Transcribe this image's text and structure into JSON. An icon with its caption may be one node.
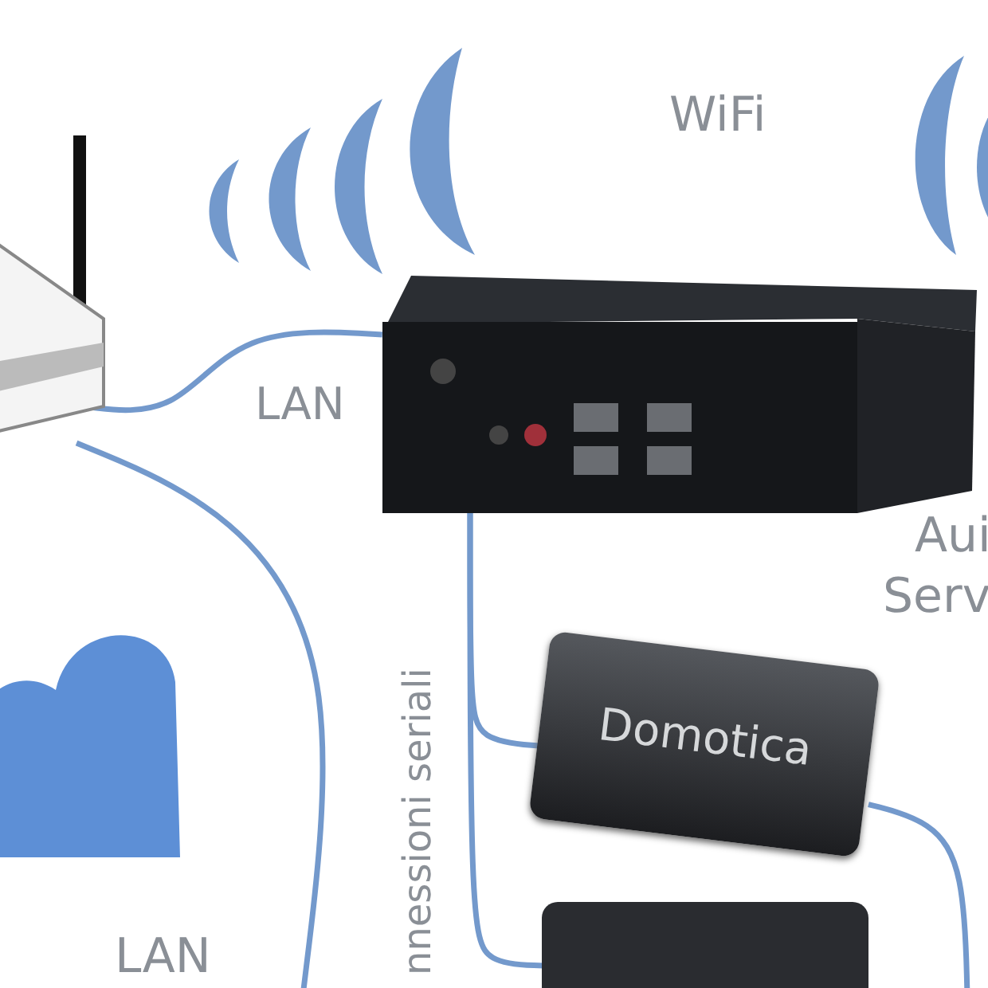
{
  "diagram": {
    "nodes": [
      {
        "text": [],
        "shape": "picture"
      },
      {
        "text": [],
        "shape": "picture"
      },
      {
        "text": [],
        "shape": "cloud"
      },
      {
        "text": [
          "Domotica"
        ]
      },
      {
        "text": [],
        "shape": "box"
      }
    ],
    "edges": [
      {
        "from": 0,
        "to": 1,
        "arrow": "none",
        "label": "LAN"
      },
      {
        "from": 0,
        "to": null,
        "arrow": "none"
      },
      {
        "from": 1,
        "to": 3,
        "arrow": "none"
      },
      {
        "from": 1,
        "to": 4,
        "arrow": "none"
      },
      {
        "from": 3,
        "to": null,
        "arrow": "none"
      }
    ],
    "labels": [
      "WiFi",
      "Aui",
      "Serv",
      "nnessioni seriali",
      "LAN"
    ]
  }
}
